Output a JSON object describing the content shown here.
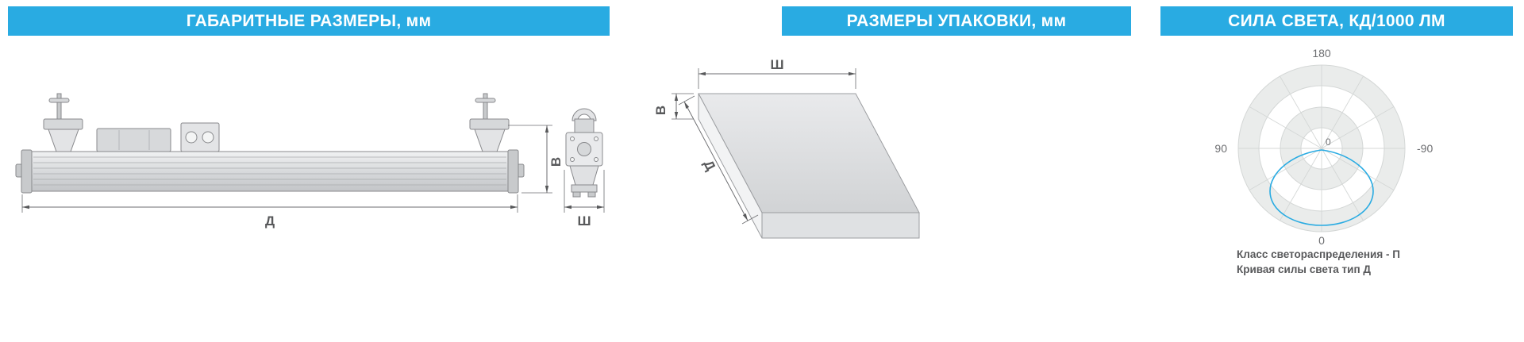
{
  "accent_color": "#29abe2",
  "text_color": "#58595b",
  "sections": {
    "dimensions": {
      "title": "ГАБАРИТНЫЕ РАЗМЕРЫ, мм",
      "length_label": "Д",
      "height_label": "В",
      "width_label": "Ш"
    },
    "packaging": {
      "title": "РАЗМЕРЫ УПАКОВКИ, мм",
      "width_label": "Ш",
      "height_label": "В",
      "depth_label": "Д"
    },
    "photometry": {
      "title": "СИЛА СВЕТА, КД/1000 ЛМ",
      "angle_top": "180",
      "angle_left": "90",
      "angle_right": "-90",
      "angle_center": "0",
      "angle_bottom": "0",
      "curve_color": "#29abe2",
      "note_line1": "Класс светораспределения - П",
      "note_line2": "Кривая силы света тип Д"
    }
  }
}
